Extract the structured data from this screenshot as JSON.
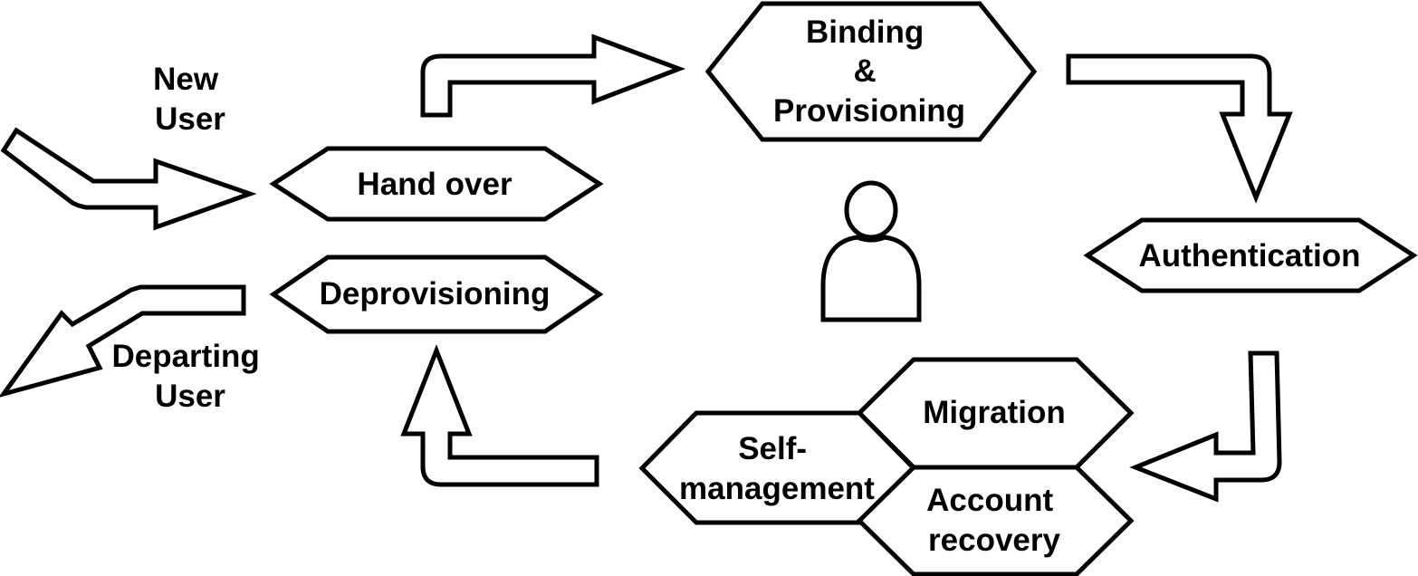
{
  "colors": {
    "stroke": "#000000",
    "fill": "#ffffff",
    "background": "#ffffff"
  },
  "labels": {
    "new_user": [
      "New",
      "User"
    ],
    "departing_user": [
      "Departing",
      "User"
    ],
    "hand_over": [
      "Hand over"
    ],
    "deprovisioning": [
      "Deprovisioning"
    ],
    "binding": [
      "Binding",
      "&",
      "Provisioning"
    ],
    "authentication": [
      "Authentication"
    ],
    "migration": [
      "Migration"
    ],
    "self_management": [
      "Self-",
      "management"
    ],
    "account_recovery": [
      "Account",
      "recovery"
    ]
  },
  "icons": {
    "user": "user-icon"
  }
}
